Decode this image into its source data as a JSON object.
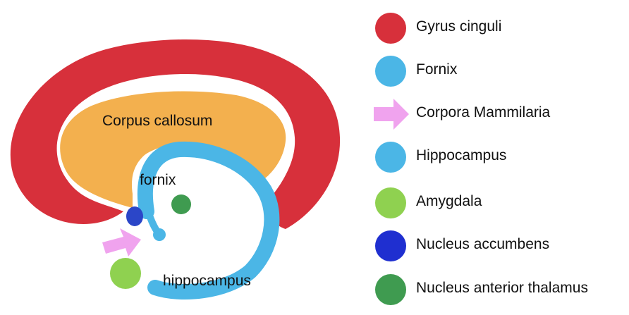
{
  "diagram": {
    "labels": {
      "corpus_callosum": "Corpus callosum",
      "fornix": "fornix",
      "hippocampus": "hippocampus"
    },
    "colors": {
      "gyrus_cinguli": "#d7303b",
      "corpus_callosum": "#f3b04e",
      "fornix": "#4bb6e6",
      "hippocampus": "#4bb6e6",
      "amygdala": "#8fd150",
      "nucleus_accumbens": "#2b46c8",
      "nucleus_anterior_thalamus": "#3f9b50",
      "corpora_mammilaria": "#f0a3ee"
    }
  },
  "legend": {
    "items": [
      {
        "label": "Gyrus cinguli",
        "color": "#d7303b",
        "shape": "circle"
      },
      {
        "label": "Fornix",
        "color": "#4bb6e6",
        "shape": "circle"
      },
      {
        "label": "Corpora Mammilaria",
        "color": "#f0a3ee",
        "shape": "arrow"
      },
      {
        "label": "Hippocampus",
        "color": "#4bb6e6",
        "shape": "circle"
      },
      {
        "label": "Amygdala",
        "color": "#8fd150",
        "shape": "circle"
      },
      {
        "label": "Nucleus accumbens",
        "color": "#1f2fd0",
        "shape": "circle"
      },
      {
        "label": "Nucleus anterior thalamus",
        "color": "#3f9b50",
        "shape": "circle"
      }
    ]
  }
}
